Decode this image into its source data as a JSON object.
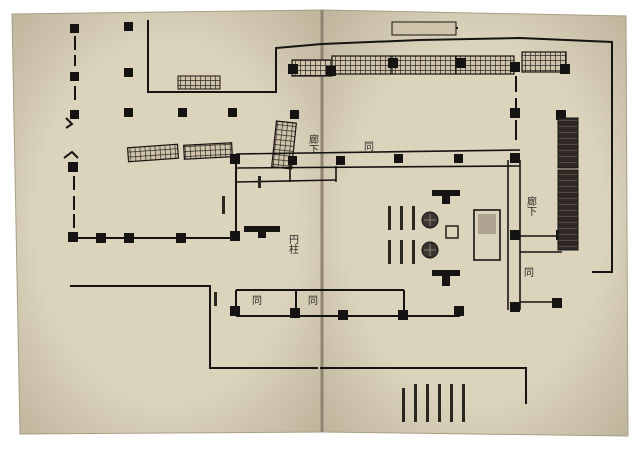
{
  "document": {
    "type": "open book with hand-drawn floor plan (Japanese manuscript)",
    "colors": {
      "paper": "#d8cfb9",
      "paper_shadow": "#bdb29a",
      "ink": "#161412",
      "hatch": "#3b3631",
      "background": "#ffffff"
    }
  },
  "labels": {
    "upper_corridor": "廊下",
    "upper_corridor_right": "同",
    "east_corridor": "廊下",
    "east_corridor_mark": "同",
    "left_post_label": "円柱",
    "lower_right_mark": "同",
    "lower_left_mark": "同"
  },
  "icons": [
    "lantern-stand-icon",
    "offering-table-icon",
    "round-vessel-icon"
  ]
}
